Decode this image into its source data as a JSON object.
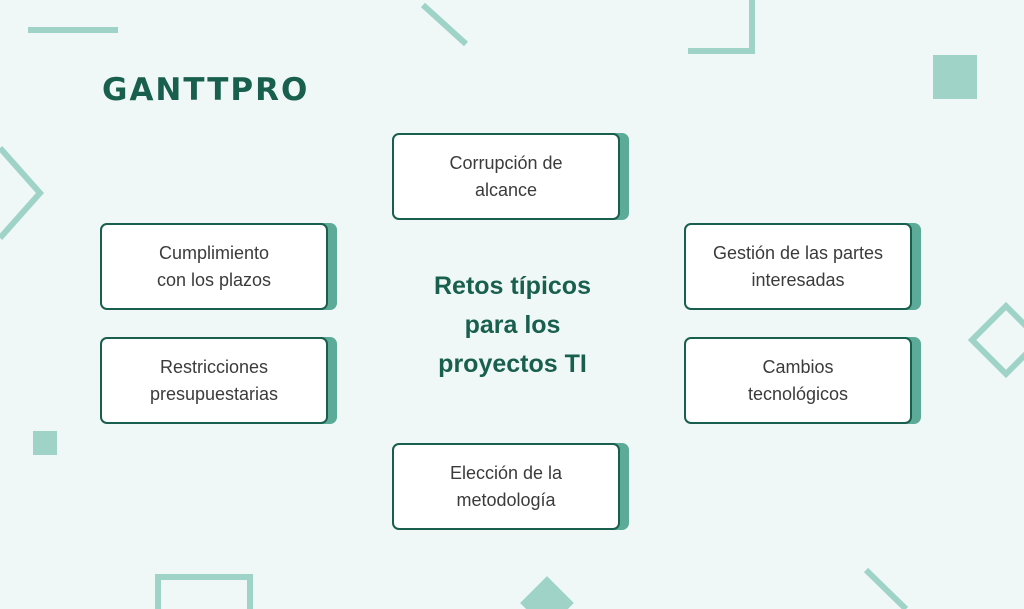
{
  "brand": {
    "logo_text": "GANTTPRO"
  },
  "diagram": {
    "center_title_lines": [
      "Retos típicos",
      "para los",
      "proyectos TI"
    ],
    "nodes": {
      "top": {
        "line1": "Corrupción de",
        "line2": "alcance"
      },
      "left_upper": {
        "line1": "Cumplimiento",
        "line2": "con los plazos"
      },
      "left_lower": {
        "line1": "Restricciones",
        "line2": "presupuestarias"
      },
      "right_upper": {
        "line1": "Gestión de las partes",
        "line2": "interesadas"
      },
      "right_lower": {
        "line1": "Cambios",
        "line2": "tecnológicos"
      },
      "bottom": {
        "line1": "Elección de la",
        "line2": "metodología"
      }
    }
  },
  "colors": {
    "background": "#eff8f6",
    "brand_green": "#195f4d",
    "accent_teal": "#5cab98",
    "decor_teal": "#9fd3c8"
  }
}
